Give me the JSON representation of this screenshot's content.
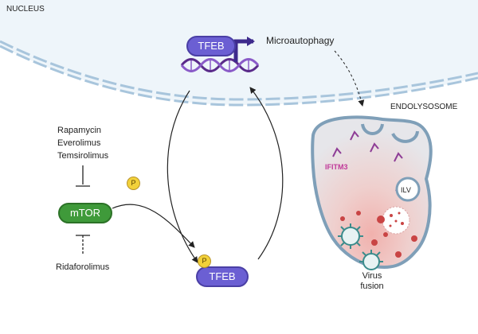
{
  "labels": {
    "nucleus": "NUCLEUS",
    "endolysosome": "ENDOLYSOSOME",
    "microautophagy": "Microautophagy",
    "ifitm3": "IFITM3",
    "ilv": "ILV",
    "virus_fusion_line1": "Virus",
    "virus_fusion_line2": "fusion"
  },
  "proteins": {
    "tfeb_nuclear": "TFEB",
    "tfeb_cytoplasmic": "TFEB",
    "mtor": "mTOR",
    "phosphate": "P"
  },
  "inhibitors": {
    "upstream": [
      "Rapamycin",
      "Everolimus",
      "Temsirolimus"
    ],
    "downstream": "Ridaforolimus"
  },
  "colors": {
    "tfeb": "#6b5fd3",
    "mtor": "#3f9a3a",
    "phosphate": "#f2d13a",
    "dna_strand": "#5a2b8a",
    "nuclear_membrane": "#a8c5dc",
    "nucleus_fill": "#eef5fa",
    "endolysosome_border": "#7f9fb8",
    "ifitm3_label": "#c0399a",
    "virus": "#3b8c8c",
    "vesicle_red": "#c94444"
  }
}
